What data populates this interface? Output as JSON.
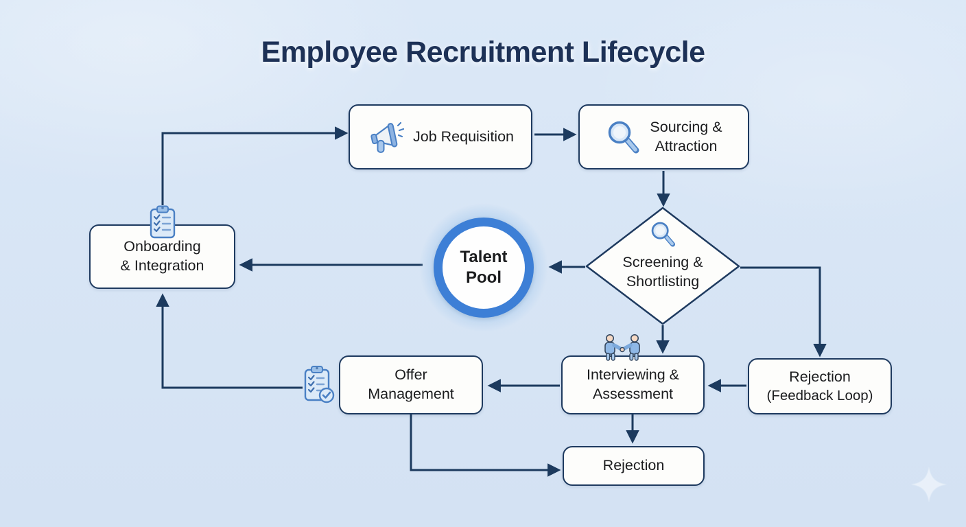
{
  "title": "Employee Recruitment Lifecycle",
  "nodes": {
    "job_requisition": {
      "lines": [
        "Job Requisition"
      ],
      "icon": "megaphone-icon"
    },
    "sourcing_attraction": {
      "lines": [
        "Sourcing &",
        "Attraction"
      ],
      "icon": "magnifying-glass-icon"
    },
    "screening_shortlisting": {
      "lines": [
        "Screening &",
        "Shortlisting"
      ],
      "icon": "magnifying-glass-icon",
      "shape": "diamond"
    },
    "talent_pool": {
      "lines": [
        "Talent",
        "Pool"
      ],
      "shape": "circle"
    },
    "onboarding_integration": {
      "lines": [
        "Onboarding",
        "& Integration"
      ],
      "icon": "clipboard-checklist-icon"
    },
    "offer_management": {
      "lines": [
        "Offer",
        "Management"
      ],
      "icon": "clipboard-check-icon"
    },
    "interviewing_assessment": {
      "lines": [
        "Interviewing &",
        "Assessment"
      ],
      "icon": "handshake-icon"
    },
    "rejection_feedback_loop": {
      "lines": [
        "Rejection",
        "(Feedback Loop)"
      ]
    },
    "rejection": {
      "lines": [
        "Rejection"
      ]
    }
  },
  "edges": [
    {
      "from": "onboarding_integration",
      "to": "job_requisition"
    },
    {
      "from": "job_requisition",
      "to": "sourcing_attraction"
    },
    {
      "from": "sourcing_attraction",
      "to": "screening_shortlisting"
    },
    {
      "from": "screening_shortlisting",
      "to": "talent_pool"
    },
    {
      "from": "talent_pool",
      "to": "onboarding_integration"
    },
    {
      "from": "screening_shortlisting",
      "to": "rejection_feedback_loop"
    },
    {
      "from": "screening_shortlisting",
      "to": "interviewing_assessment"
    },
    {
      "from": "rejection_feedback_loop",
      "to": "interviewing_assessment"
    },
    {
      "from": "interviewing_assessment",
      "to": "offer_management"
    },
    {
      "from": "interviewing_assessment",
      "to": "rejection"
    },
    {
      "from": "offer_management",
      "to": "rejection"
    },
    {
      "from": "offer_management",
      "to": "onboarding_integration"
    }
  ],
  "colors": {
    "background": "#dbe8f7",
    "line": "#1c3a5e",
    "box_border": "#1e3a5f",
    "box_fill": "#fdfdfb",
    "title": "#1d3156",
    "text": "#1b1c1e",
    "ring_blue": "#3d7fd6",
    "halo_blue": "#b7d3f0",
    "icon_blue": "#4a80c4",
    "icon_fill": "#d8e7f7"
  }
}
